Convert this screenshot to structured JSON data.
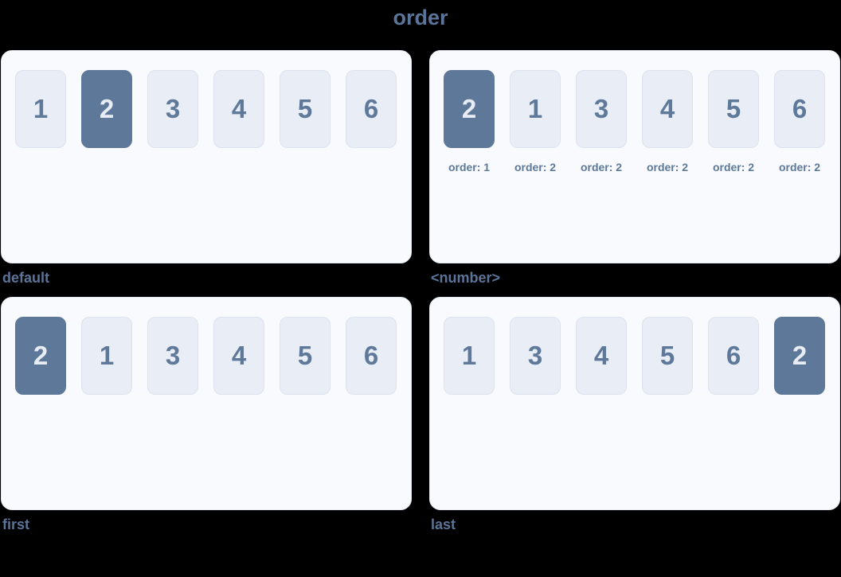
{
  "page": {
    "title": "order"
  },
  "colors": {
    "background": "#000000",
    "accent": "#5b7499",
    "panel_bg": "#f8fafd",
    "panel_border": "#e4e9f1",
    "item_bg": "#e8edf6",
    "item_border": "#dce3ef",
    "item_text": "#5e7999",
    "highlight_bg": "#5e7899",
    "highlight_text": "#e8edf5"
  },
  "panels": [
    {
      "caption": "default",
      "items": [
        {
          "label": "1",
          "highlighted": false
        },
        {
          "label": "2",
          "highlighted": true
        },
        {
          "label": "3",
          "highlighted": false
        },
        {
          "label": "4",
          "highlighted": false
        },
        {
          "label": "5",
          "highlighted": false
        },
        {
          "label": "6",
          "highlighted": false
        }
      ]
    },
    {
      "caption": "<number>",
      "items": [
        {
          "label": "2",
          "highlighted": true,
          "order_label": "order: 1"
        },
        {
          "label": "1",
          "highlighted": false,
          "order_label": "order: 2"
        },
        {
          "label": "3",
          "highlighted": false,
          "order_label": "order: 2"
        },
        {
          "label": "4",
          "highlighted": false,
          "order_label": "order: 2"
        },
        {
          "label": "5",
          "highlighted": false,
          "order_label": "order: 2"
        },
        {
          "label": "6",
          "highlighted": false,
          "order_label": "order: 2"
        }
      ]
    },
    {
      "caption": "first",
      "items": [
        {
          "label": "2",
          "highlighted": true
        },
        {
          "label": "1",
          "highlighted": false
        },
        {
          "label": "3",
          "highlighted": false
        },
        {
          "label": "4",
          "highlighted": false
        },
        {
          "label": "5",
          "highlighted": false
        },
        {
          "label": "6",
          "highlighted": false
        }
      ]
    },
    {
      "caption": "last",
      "items": [
        {
          "label": "1",
          "highlighted": false
        },
        {
          "label": "3",
          "highlighted": false
        },
        {
          "label": "4",
          "highlighted": false
        },
        {
          "label": "5",
          "highlighted": false
        },
        {
          "label": "6",
          "highlighted": false
        },
        {
          "label": "2",
          "highlighted": true
        }
      ]
    }
  ]
}
